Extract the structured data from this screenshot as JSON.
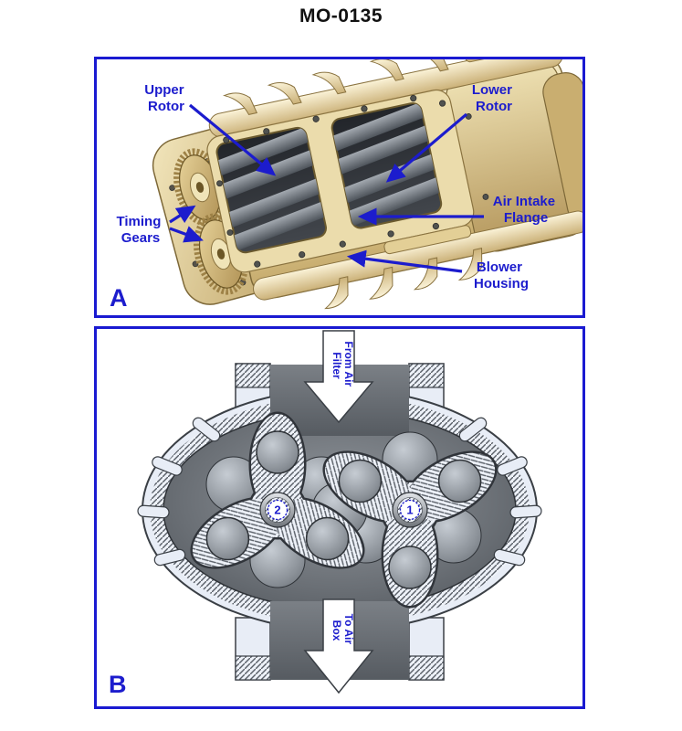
{
  "title": "MO-0135",
  "colors": {
    "accent_blue": "#1c1ccd",
    "panel_border_blue": "#1a1ad1",
    "housing_tan": "#E3CF96",
    "hatch_light": "#EDF1F8",
    "interior_gray": "#6a6f75"
  },
  "panel_a": {
    "letter": "A",
    "labels": {
      "upper_rotor": {
        "line1": "Upper",
        "line2": "Rotor"
      },
      "lower_rotor": {
        "line1": "Lower",
        "line2": "Rotor"
      },
      "timing_gears": {
        "line1": "Timing",
        "line2": "Gears"
      },
      "air_intake_flange": {
        "line1": "Air Intake",
        "line2": "Flange"
      },
      "blower_housing": {
        "line1": "Blower",
        "line2": "Housing"
      }
    }
  },
  "panel_b": {
    "letter": "B",
    "rotor_1_number": "1",
    "rotor_2_number": "2",
    "inlet_arrow": {
      "line1": "From Air",
      "line2": "Filter"
    },
    "outlet_arrow": {
      "line1": "To Air",
      "line2": "Box"
    }
  }
}
